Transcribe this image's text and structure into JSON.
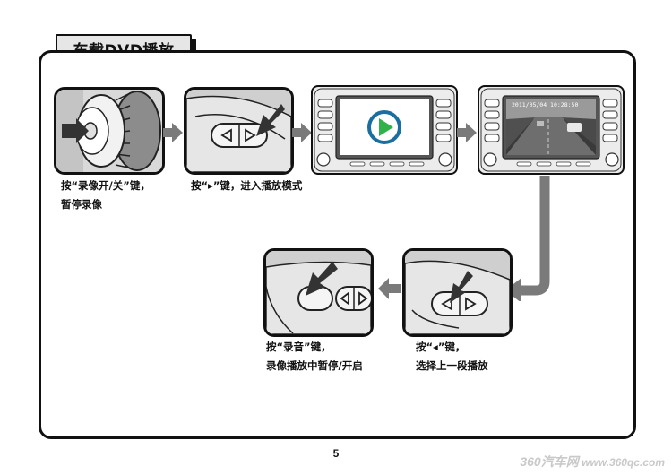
{
  "title": "车载DVD播放",
  "steps": [
    {
      "line1": "按“录像开/关”键，",
      "line2": "暂停录像"
    },
    {
      "line1": "按“▸”键，进入播放模式",
      "line2": ""
    },
    {
      "line1": "按“录音”键，",
      "line2": "录像播放中暂停/开启"
    },
    {
      "line1": "按“◂”键，",
      "line2": "选择上一段播放"
    }
  ],
  "screen_timestamp": "2011/05/04 10:28:50",
  "page_number": "5",
  "watermark": {
    "logo": "360汽车网",
    "url": "www.360qc.com"
  },
  "colors": {
    "arrow_gray": "#7a7a7a",
    "play_teal": "#1a6fa0",
    "play_green": "#2fb24a"
  }
}
